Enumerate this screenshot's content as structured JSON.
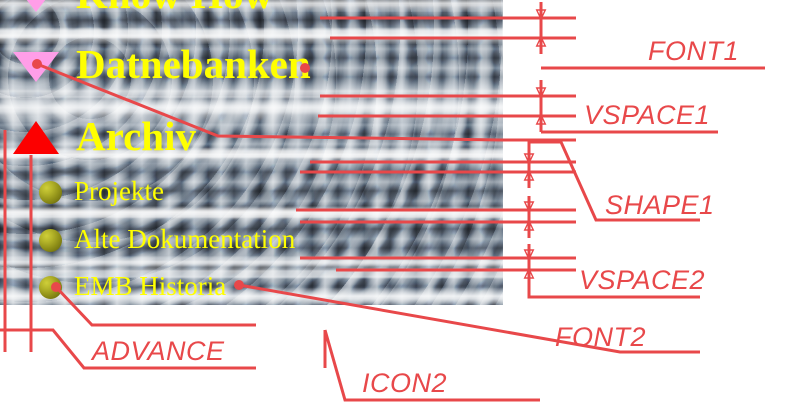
{
  "diagram": {
    "kind": "menu-metrics-annotation",
    "accent_color": "#e8484a",
    "text_color": "#ffff00",
    "icon_colors": {
      "triangle_collapsed": "#ff9ee8",
      "triangle_expanded": "#fc0000",
      "bullet": "#9a9a1c"
    }
  },
  "menu": {
    "top_items": [
      {
        "label": "Know How",
        "icon": "triangle-down-pink"
      },
      {
        "label": "Datnebanken",
        "icon": "triangle-down-pink"
      },
      {
        "label": "Archiv",
        "icon": "triangle-up-red"
      }
    ],
    "sub_items": [
      {
        "label": "Projekte",
        "icon": "sphere-bullet"
      },
      {
        "label": "Alte Dokumentation",
        "icon": "sphere-bullet"
      },
      {
        "label": "EMB Historia",
        "icon": "sphere-bullet"
      }
    ]
  },
  "annotations": [
    {
      "id": "font1",
      "label": "FONT1"
    },
    {
      "id": "vspace1",
      "label": "VSPACE1"
    },
    {
      "id": "shape1",
      "label": "SHAPE1"
    },
    {
      "id": "vspace2",
      "label": "VSPACE2"
    },
    {
      "id": "font2",
      "label": "FONT2"
    },
    {
      "id": "advance",
      "label": "ADVANCE"
    },
    {
      "id": "icon2",
      "label": "ICON2"
    }
  ]
}
